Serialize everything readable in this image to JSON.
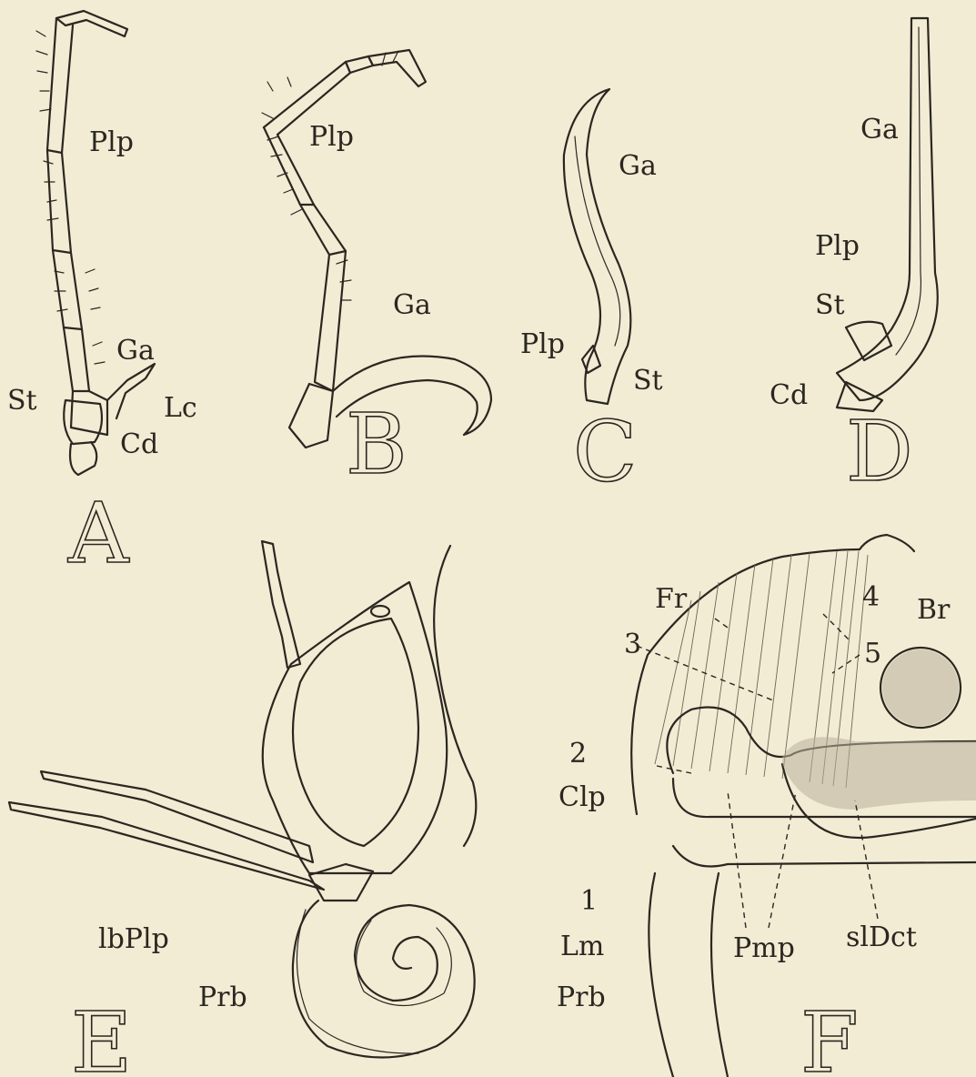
{
  "plate": {
    "panels": {
      "A": {
        "letter": "A",
        "labels": {
          "plp": "Plp",
          "ga": "Ga",
          "st": "St",
          "lc": "Lc",
          "cd": "Cd"
        }
      },
      "B": {
        "letter": "B",
        "labels": {
          "plp": "Plp",
          "ga": "Ga"
        }
      },
      "C": {
        "letter": "C",
        "labels": {
          "ga": "Ga",
          "plp": "Plp",
          "st": "St"
        }
      },
      "D": {
        "letter": "D",
        "labels": {
          "ga": "Ga",
          "plp": "Plp",
          "st": "St",
          "cd": "Cd"
        }
      },
      "E": {
        "letter": "E",
        "labels": {
          "lbplp": "lbPlp",
          "prb": "Prb"
        }
      },
      "F": {
        "letter": "F",
        "labels": {
          "fr": "Fr",
          "n3": "3",
          "n4": "4",
          "n5": "5",
          "br": "Br",
          "n2": "2",
          "clp": "Clp",
          "n1": "1",
          "lm": "Lm",
          "pmp": "Pmp",
          "sldct": "slDct",
          "prb": "Prb"
        }
      }
    }
  }
}
